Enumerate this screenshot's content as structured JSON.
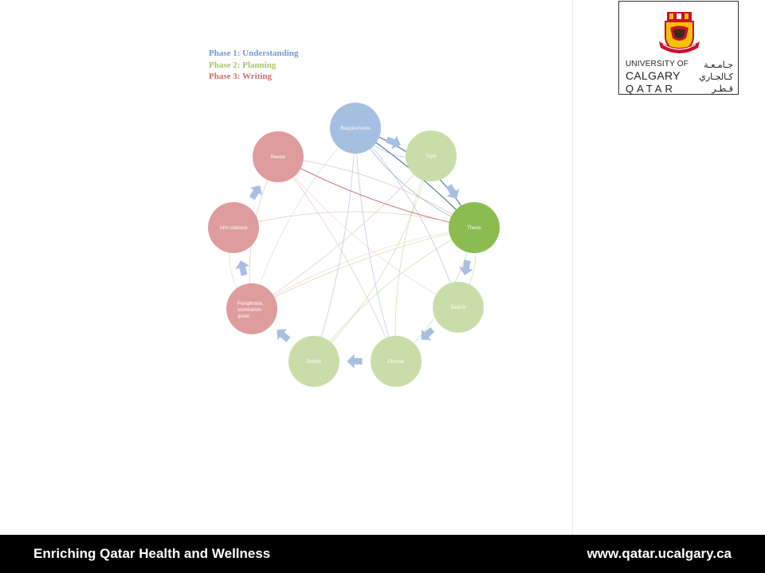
{
  "legend": [
    {
      "text": "Phase 1: Understanding",
      "color": "#6d9bd1"
    },
    {
      "text": "Phase 2: Planning",
      "color": "#a7c46a"
    },
    {
      "text": "Phase 3: Writing",
      "color": "#cf6f6f"
    }
  ],
  "nodes": [
    {
      "id": "requirements",
      "label": "Requirements",
      "phase": 1
    },
    {
      "id": "topic",
      "label": "Topic",
      "phase": 2
    },
    {
      "id": "thesis",
      "label": "Thesis",
      "phase": 2,
      "emphasis": true
    },
    {
      "id": "search",
      "label": "Search",
      "phase": 2
    },
    {
      "id": "choose",
      "label": "Choose",
      "phase": 2
    },
    {
      "id": "outline",
      "label": "Outline",
      "phase": 2
    },
    {
      "id": "paraphrase",
      "label": "Paraphrase, summarize, quote",
      "phase": 3
    },
    {
      "id": "apa",
      "label": "APA citations",
      "phase": 3
    },
    {
      "id": "revise",
      "label": "Revise",
      "phase": 3
    }
  ],
  "phase_colors": {
    "1": "#a5bfe0",
    "2": "#c9ddaa",
    "3": "#de9c9c",
    "emphasis": "#8cbc4f",
    "arrow": "#a9bfe1"
  },
  "logo": {
    "en_line1": "UNIVERSITY OF",
    "en_line2": "CALGARY",
    "en_line3": "QATAR",
    "ar_line1": "جـامـعـة",
    "ar_line2": "كـالجـاري",
    "ar_line3": "قـطـر"
  },
  "footer": {
    "tagline": "Enriching Qatar Health and Wellness",
    "url": "www.qatar.ucalgary.ca"
  }
}
